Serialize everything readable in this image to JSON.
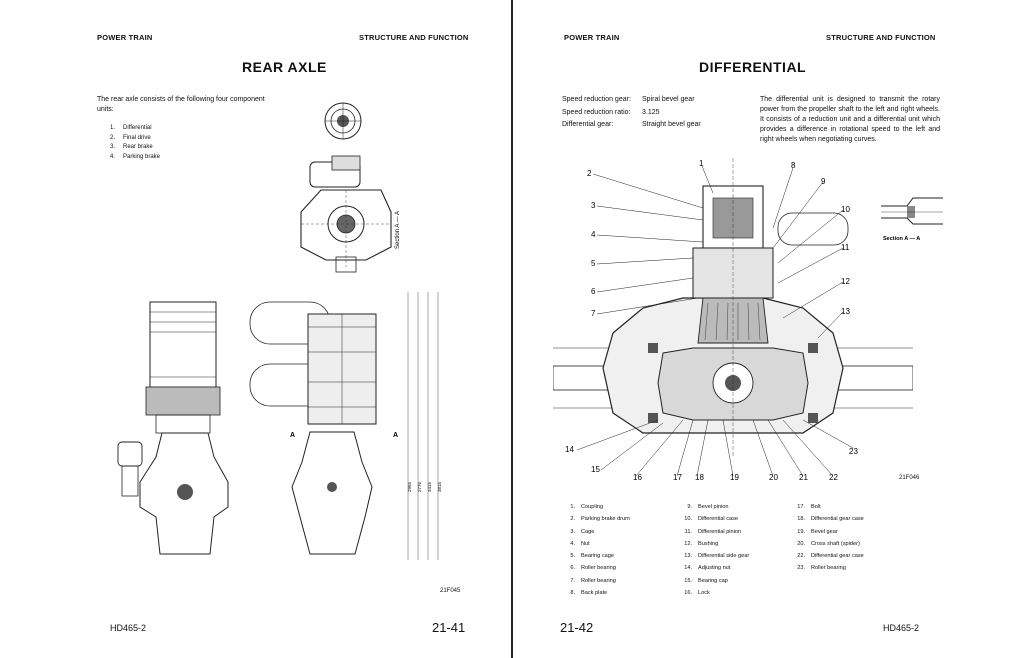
{
  "left_page": {
    "header_left": "POWER TRAIN",
    "header_right": "STRUCTURE AND FUNCTION",
    "title": "REAR AXLE",
    "intro": "The rear axle consists of the following four component units:",
    "components": [
      {
        "num": "1.",
        "label": "Differential"
      },
      {
        "num": "2.",
        "label": "Final drive"
      },
      {
        "num": "3.",
        "label": "Rear brake"
      },
      {
        "num": "4.",
        "label": "Parking brake"
      }
    ],
    "section_label": "Section A — A",
    "section_marks": [
      "A",
      "A"
    ],
    "dimensions": [
      "2955",
      "2776",
      "3415",
      "3815"
    ],
    "figure_code": "21F045",
    "footer_model": "HD465-2",
    "page_number": "21-41"
  },
  "right_page": {
    "header_left": "POWER TRAIN",
    "header_right": "STRUCTURE AND FUNCTION",
    "title": "DIFFERENTIAL",
    "specs": [
      {
        "label": "Speed reduction gear:",
        "value": "Spiral bevel gear"
      },
      {
        "label": "Speed reduction ratio:",
        "value": "3.125"
      },
      {
        "label": "Differential gear:",
        "value": "Straight bevel gear"
      }
    ],
    "description": "The differential unit is designed to transmit the rotary power from the propeller shaft to the left and right wheels. It consists of a reduction unit and a differential unit which provides a difference in rotational speed to the left and right wheels when negotiating curves.",
    "section_label": "Section A — A",
    "callouts": [
      "1",
      "2",
      "3",
      "4",
      "5",
      "6",
      "7",
      "8",
      "9",
      "10",
      "11",
      "12",
      "13",
      "14",
      "15",
      "16",
      "17",
      "18",
      "19",
      "20",
      "21",
      "22",
      "23"
    ],
    "figure_code": "21F046",
    "parts_col1": [
      {
        "num": "1.",
        "label": "Coupling"
      },
      {
        "num": "2.",
        "label": "Parking brake drum"
      },
      {
        "num": "3.",
        "label": "Cage"
      },
      {
        "num": "4.",
        "label": "Nut"
      },
      {
        "num": "5.",
        "label": "Bearing cage"
      },
      {
        "num": "6.",
        "label": "Roller bearing"
      },
      {
        "num": "7.",
        "label": "Roller bearing"
      },
      {
        "num": "8.",
        "label": "Back plate"
      }
    ],
    "parts_col2": [
      {
        "num": "9.",
        "label": "Bevel pinion"
      },
      {
        "num": "10.",
        "label": "Differential case"
      },
      {
        "num": "11.",
        "label": "Differential pinion"
      },
      {
        "num": "12.",
        "label": "Bushing"
      },
      {
        "num": "13.",
        "label": "Differential side gear"
      },
      {
        "num": "14.",
        "label": "Adjusting nut"
      },
      {
        "num": "15.",
        "label": "Bearing cap"
      },
      {
        "num": "16.",
        "label": "Lock"
      }
    ],
    "parts_col3": [
      {
        "num": "17.",
        "label": "Bolt"
      },
      {
        "num": "18.",
        "label": "Differential gear case"
      },
      {
        "num": "19.",
        "label": "Bevel gear"
      },
      {
        "num": "20.",
        "label": "Cross shaft (spider)"
      },
      {
        "num": "22.",
        "label": "Differential gear case"
      },
      {
        "num": "23.",
        "label": "Roller bearing"
      }
    ],
    "page_number": "21-42",
    "footer_model": "HD465-2"
  }
}
